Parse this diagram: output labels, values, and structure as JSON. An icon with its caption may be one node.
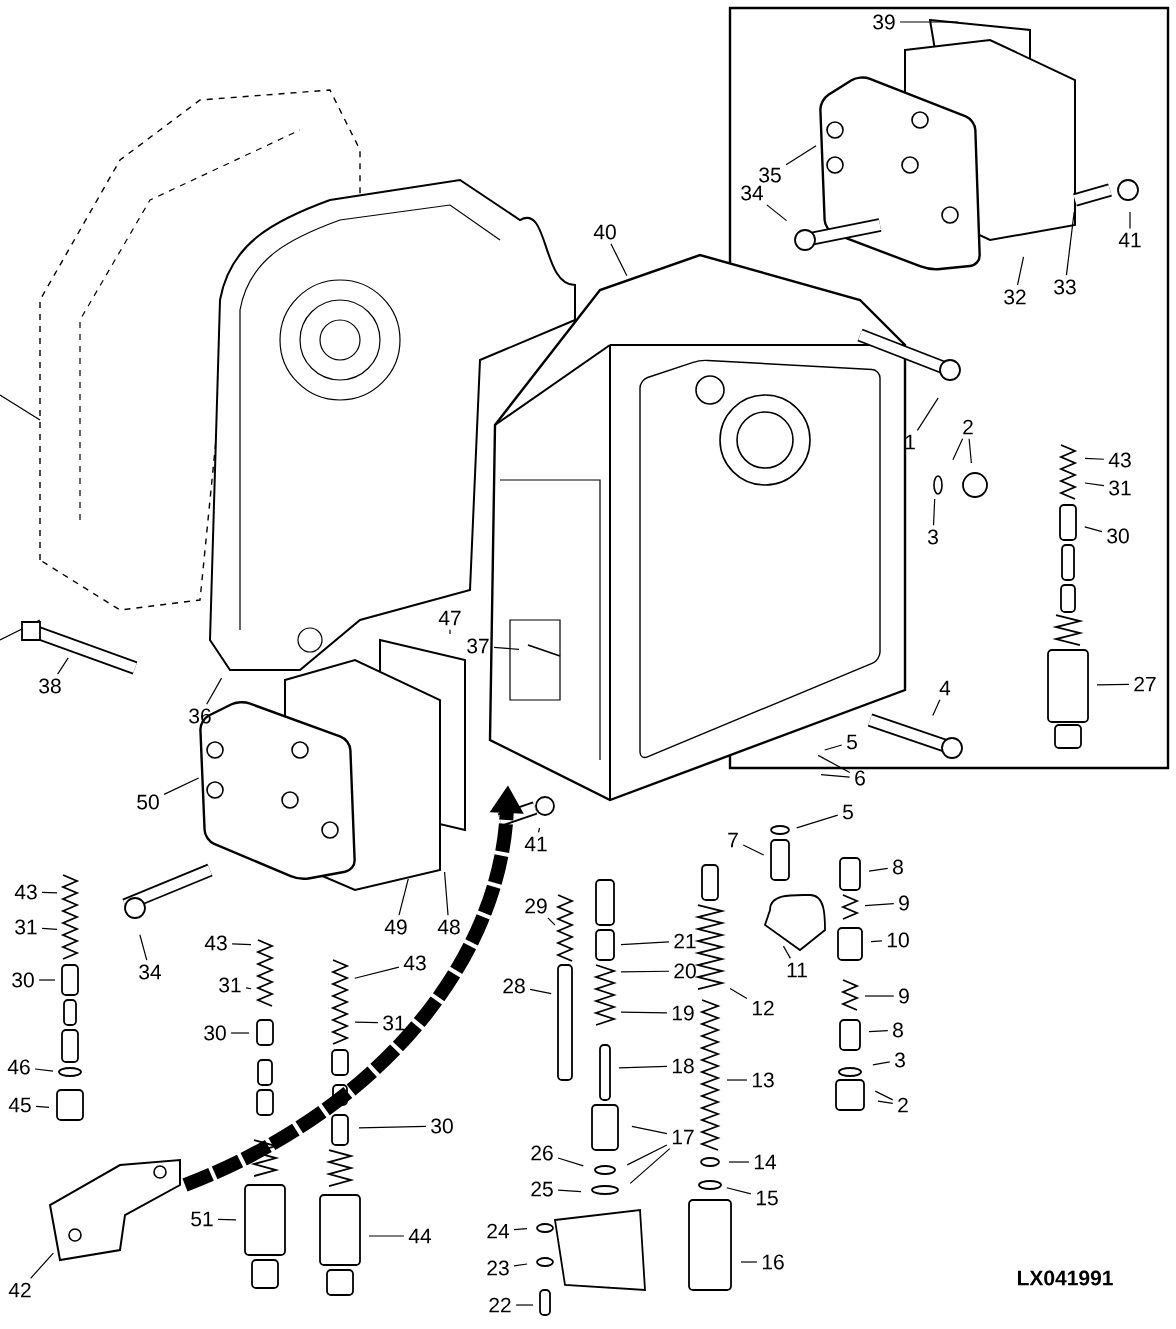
{
  "diagram": {
    "nodes": [
      {
        "text": [
          "39"
        ]
      },
      {
        "text": [
          "35"
        ]
      },
      {
        "text": [
          "34"
        ]
      },
      {
        "text": [
          "41"
        ]
      },
      {
        "text": [
          "32"
        ]
      },
      {
        "text": [
          "33"
        ]
      },
      {
        "text": [
          "40"
        ]
      },
      {
        "text": [
          "1"
        ]
      },
      {
        "text": [
          "2"
        ]
      },
      {
        "text": [
          "3"
        ]
      },
      {
        "text": [
          "43"
        ]
      },
      {
        "text": [
          "31"
        ]
      },
      {
        "text": [
          "30"
        ]
      },
      {
        "text": [
          "27"
        ]
      },
      {
        "text": [
          "38"
        ]
      },
      {
        "text": [
          "36"
        ]
      },
      {
        "text": [
          "37"
        ]
      },
      {
        "text": [
          "47"
        ]
      },
      {
        "text": [
          "4"
        ]
      },
      {
        "text": [
          "5"
        ]
      },
      {
        "text": [
          "6"
        ]
      },
      {
        "text": [
          "50"
        ]
      },
      {
        "text": [
          "5"
        ]
      },
      {
        "text": [
          "41"
        ]
      },
      {
        "text": [
          "7"
        ]
      },
      {
        "text": [
          "8"
        ]
      },
      {
        "text": [
          "43"
        ]
      },
      {
        "text": [
          "29"
        ]
      },
      {
        "text": [
          "9"
        ]
      },
      {
        "text": [
          "31"
        ]
      },
      {
        "text": [
          "49"
        ]
      },
      {
        "text": [
          "48"
        ]
      },
      {
        "text": [
          "43"
        ]
      },
      {
        "text": [
          "21"
        ]
      },
      {
        "text": [
          "10"
        ]
      },
      {
        "text": [
          "43"
        ]
      },
      {
        "text": [
          "34"
        ]
      },
      {
        "text": [
          "20"
        ]
      },
      {
        "text": [
          "11"
        ]
      },
      {
        "text": [
          "30"
        ]
      },
      {
        "text": [
          "31"
        ]
      },
      {
        "text": [
          "28"
        ]
      },
      {
        "text": [
          "9"
        ]
      },
      {
        "text": [
          "12"
        ]
      },
      {
        "text": [
          "19"
        ]
      },
      {
        "text": [
          "31"
        ]
      },
      {
        "text": [
          "8"
        ]
      },
      {
        "text": [
          "30"
        ]
      },
      {
        "text": [
          "3"
        ]
      },
      {
        "text": [
          "46"
        ]
      },
      {
        "text": [
          "18"
        ]
      },
      {
        "text": [
          "13"
        ]
      },
      {
        "text": [
          "45"
        ]
      },
      {
        "text": [
          "2"
        ]
      },
      {
        "text": [
          "30"
        ]
      },
      {
        "text": [
          "17"
        ]
      },
      {
        "text": [
          "26"
        ]
      },
      {
        "text": [
          "14"
        ]
      },
      {
        "text": [
          "25"
        ]
      },
      {
        "text": [
          "15"
        ]
      },
      {
        "text": [
          "51"
        ]
      },
      {
        "text": [
          "24"
        ]
      },
      {
        "text": [
          "44"
        ]
      },
      {
        "text": [
          "16"
        ]
      },
      {
        "text": [
          "23"
        ]
      },
      {
        "text": [
          "42"
        ]
      },
      {
        "text": [
          "22"
        ]
      }
    ],
    "edges": [
      {
        "from": 0,
        "to": null,
        "arrow": "none"
      },
      {
        "from": 1,
        "to": null,
        "arrow": "none"
      },
      {
        "from": 2,
        "to": null,
        "arrow": "none"
      },
      {
        "from": 3,
        "to": null,
        "arrow": "none"
      },
      {
        "from": 4,
        "to": null,
        "arrow": "none"
      },
      {
        "from": 5,
        "to": null,
        "arrow": "none"
      },
      {
        "from": 6,
        "to": null,
        "arrow": "none"
      },
      {
        "from": 7,
        "to": null,
        "arrow": "none"
      },
      {
        "from": 8,
        "to": null,
        "arrow": "none"
      },
      {
        "from": 8,
        "to": null,
        "arrow": "none"
      },
      {
        "from": 9,
        "to": null,
        "arrow": "none"
      },
      {
        "from": 10,
        "to": null,
        "arrow": "none"
      },
      {
        "from": 11,
        "to": null,
        "arrow": "none"
      },
      {
        "from": 12,
        "to": null,
        "arrow": "none"
      },
      {
        "from": 13,
        "to": null,
        "arrow": "none"
      },
      {
        "from": 14,
        "to": null,
        "arrow": "none"
      },
      {
        "from": 15,
        "to": null,
        "arrow": "none"
      },
      {
        "from": 16,
        "to": null,
        "arrow": "none"
      },
      {
        "from": 17,
        "to": null,
        "arrow": "none"
      },
      {
        "from": 18,
        "to": null,
        "arrow": "none"
      },
      {
        "from": 19,
        "to": null,
        "arrow": "none"
      },
      {
        "from": 20,
        "to": null,
        "arrow": "none"
      },
      {
        "from": 20,
        "to": null,
        "arrow": "none"
      },
      {
        "from": 21,
        "to": null,
        "arrow": "none"
      },
      {
        "from": 22,
        "to": null,
        "arrow": "none"
      },
      {
        "from": 23,
        "to": null,
        "arrow": "none"
      },
      {
        "from": 24,
        "to": null,
        "arrow": "none"
      },
      {
        "from": 25,
        "to": null,
        "arrow": "none"
      },
      {
        "from": 26,
        "to": null,
        "arrow": "none"
      },
      {
        "from": 27,
        "to": null,
        "arrow": "none"
      },
      {
        "from": 28,
        "to": null,
        "arrow": "none"
      },
      {
        "from": 29,
        "to": null,
        "arrow": "none"
      },
      {
        "from": 30,
        "to": null,
        "arrow": "none"
      },
      {
        "from": 31,
        "to": null,
        "arrow": "none"
      },
      {
        "from": 32,
        "to": null,
        "arrow": "none"
      },
      {
        "from": 33,
        "to": null,
        "arrow": "none"
      },
      {
        "from": 34,
        "to": null,
        "arrow": "none"
      },
      {
        "from": 35,
        "to": null,
        "arrow": "none"
      },
      {
        "from": 36,
        "to": null,
        "arrow": "none"
      },
      {
        "from": 37,
        "to": null,
        "arrow": "none"
      },
      {
        "from": 38,
        "to": null,
        "arrow": "none"
      },
      {
        "from": 39,
        "to": null,
        "arrow": "none"
      },
      {
        "from": 40,
        "to": null,
        "arrow": "none"
      },
      {
        "from": 41,
        "to": null,
        "arrow": "none"
      },
      {
        "from": 42,
        "to": null,
        "arrow": "none"
      },
      {
        "from": 43,
        "to": null,
        "arrow": "none"
      },
      {
        "from": 44,
        "to": null,
        "arrow": "none"
      },
      {
        "from": 45,
        "to": null,
        "arrow": "none"
      },
      {
        "from": 46,
        "to": null,
        "arrow": "none"
      },
      {
        "from": 47,
        "to": null,
        "arrow": "none"
      },
      {
        "from": 48,
        "to": null,
        "arrow": "none"
      },
      {
        "from": 49,
        "to": null,
        "arrow": "none"
      },
      {
        "from": 50,
        "to": null,
        "arrow": "none"
      },
      {
        "from": 51,
        "to": null,
        "arrow": "none"
      },
      {
        "from": 52,
        "to": null,
        "arrow": "none"
      },
      {
        "from": 53,
        "to": null,
        "arrow": "none"
      },
      {
        "from": 53,
        "to": null,
        "arrow": "none"
      },
      {
        "from": 54,
        "to": null,
        "arrow": "none"
      },
      {
        "from": 55,
        "to": null,
        "arrow": "none"
      },
      {
        "from": 55,
        "to": null,
        "arrow": "none"
      },
      {
        "from": 55,
        "to": null,
        "arrow": "none"
      },
      {
        "from": 56,
        "to": null,
        "arrow": "none"
      },
      {
        "from": 57,
        "to": null,
        "arrow": "none"
      },
      {
        "from": 58,
        "to": null,
        "arrow": "none"
      },
      {
        "from": 59,
        "to": null,
        "arrow": "none"
      },
      {
        "from": 60,
        "to": null,
        "arrow": "none"
      },
      {
        "from": 61,
        "to": null,
        "arrow": "none"
      },
      {
        "from": 62,
        "to": null,
        "arrow": "none"
      },
      {
        "from": 63,
        "to": null,
        "arrow": "none"
      },
      {
        "from": 64,
        "to": null,
        "arrow": "none"
      },
      {
        "from": 65,
        "to": null,
        "arrow": "none"
      },
      {
        "from": 66,
        "to": null,
        "arrow": "none"
      }
    ],
    "labels": [
      "LX041991"
    ]
  }
}
